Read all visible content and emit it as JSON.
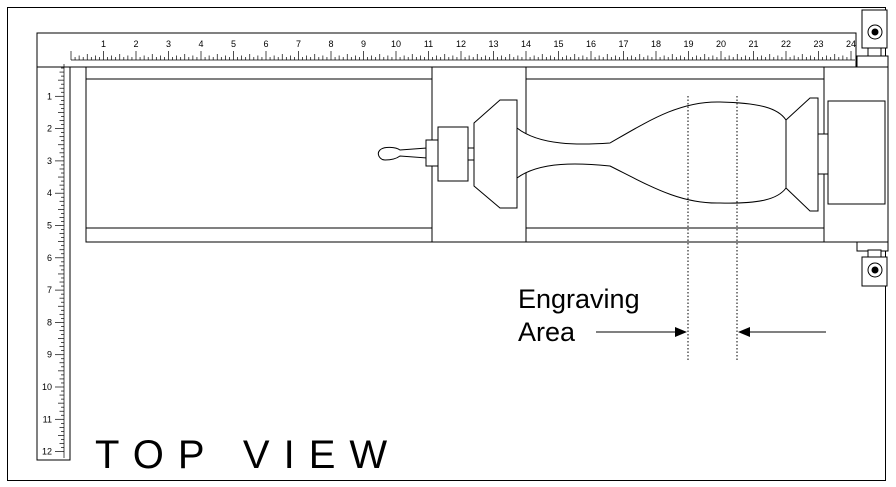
{
  "title": "TOP VIEW",
  "callout": {
    "line1": "Engraving",
    "line2": "Area"
  },
  "rulers": {
    "horizontal": {
      "labels": [
        "1",
        "2",
        "3",
        "4",
        "5",
        "6",
        "7",
        "8",
        "9",
        "10",
        "11",
        "12",
        "13",
        "14",
        "15",
        "16",
        "17",
        "18",
        "19",
        "20",
        "21",
        "22",
        "23",
        "24"
      ]
    },
    "vertical": {
      "labels": [
        "1",
        "2",
        "3",
        "4",
        "5",
        "6",
        "7",
        "8",
        "9",
        "10",
        "11",
        "12"
      ]
    }
  }
}
